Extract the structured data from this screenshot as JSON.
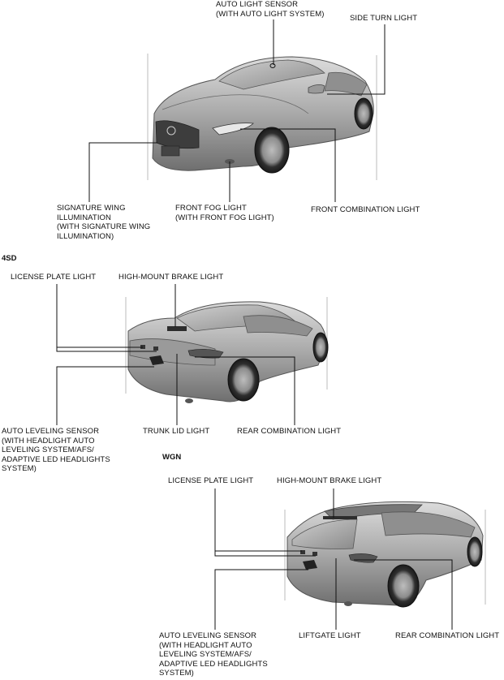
{
  "front": {
    "auto_light_sensor": [
      "AUTO LIGHT SENSOR",
      "(WITH AUTO LIGHT SYSTEM)"
    ],
    "side_turn_light": [
      "SIDE TURN LIGHT"
    ],
    "signature_wing": [
      "SIGNATURE WING",
      "ILLUMINATION",
      "(WITH SIGNATURE WING",
      "ILLUMINATION)"
    ],
    "front_fog_light": [
      "FRONT FOG LIGHT",
      "(WITH FRONT FOG LIGHT)"
    ],
    "front_combination_light": [
      "FRONT COMBINATION LIGHT"
    ]
  },
  "sd": {
    "section_label": "4SD",
    "license_plate_light": [
      "LICENSE PLATE LIGHT"
    ],
    "high_mount_brake_light": [
      "HIGH-MOUNT BRAKE LIGHT"
    ],
    "auto_leveling_sensor": [
      "AUTO LEVELING SENSOR",
      "(WITH HEADLIGHT AUTO",
      "LEVELING SYSTEM/AFS/",
      "ADAPTIVE LED HEADLIGHTS",
      "SYSTEM)"
    ],
    "trunk_lid_light": [
      "TRUNK LID LIGHT"
    ],
    "rear_combination_light": [
      "REAR COMBINATION LIGHT"
    ]
  },
  "wgn": {
    "section_label": "WGN",
    "license_plate_light": [
      "LICENSE PLATE LIGHT"
    ],
    "high_mount_brake_light": [
      "HIGH-MOUNT BRAKE LIGHT"
    ],
    "auto_leveling_sensor": [
      "AUTO LEVELING SENSOR",
      "(WITH HEADLIGHT AUTO",
      "LEVELING SYSTEM/AFS/",
      "ADAPTIVE LED HEADLIGHTS",
      "SYSTEM)"
    ],
    "liftgate_light": [
      "LIFTGATE LIGHT"
    ],
    "rear_combination_light": [
      "REAR COMBINATION LIGHT"
    ]
  }
}
